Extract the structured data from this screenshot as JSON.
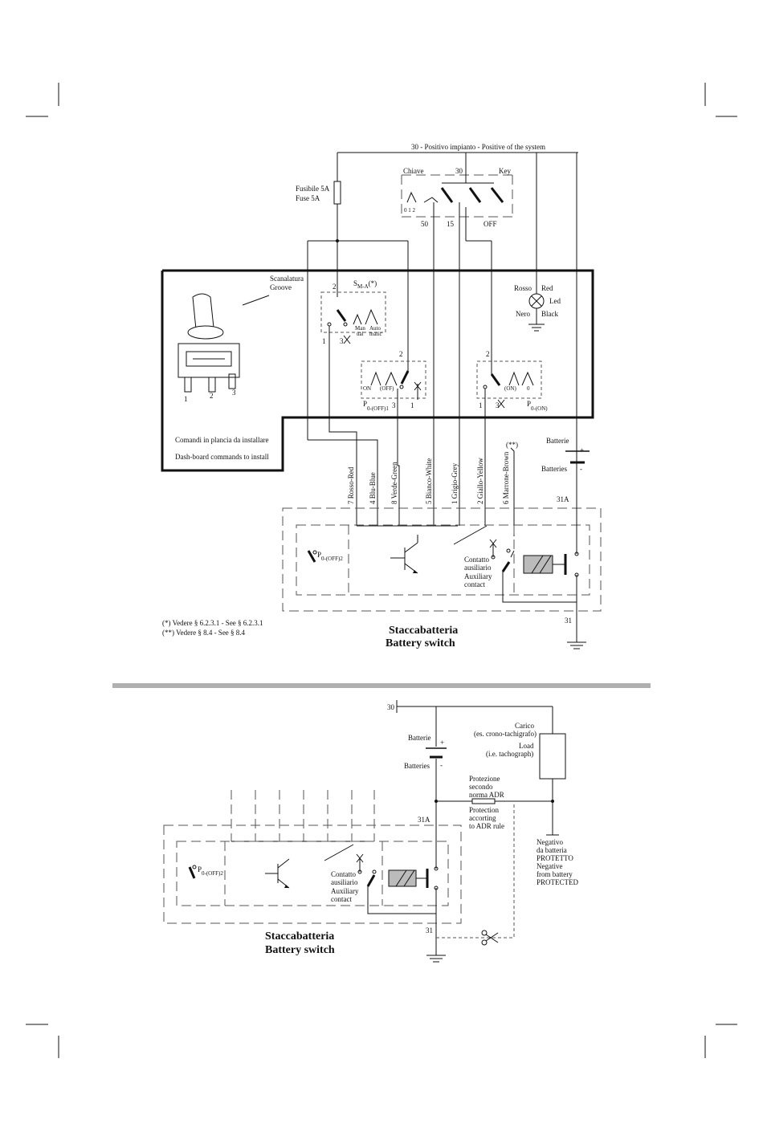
{
  "top": {
    "positive_line": "30 - Positivo impianto - Positive of the system",
    "fuse_it": "Fusibile 5A",
    "fuse_en": "Fuse 5A",
    "key": {
      "chiave": "Chiave",
      "num30": "30",
      "key_en": "Key",
      "pos012": "0  1  2",
      "num50": "50",
      "num15": "15",
      "off": "OFF"
    },
    "groove_it": "Scanalatura",
    "groove_en": "Groove",
    "sma_main": "S",
    "sma_sub": "M-A",
    "sma_star": "(*)",
    "manual": [
      "Man",
      "ual"
    ],
    "automatic": [
      "Auto",
      "matic"
    ],
    "sw_pins": {
      "p2a": "2",
      "p1a": "1",
      "p3a": "3",
      "p2b": "2",
      "p3b": "3",
      "p1b": "1",
      "p2c": "2",
      "p1c": "1",
      "p3c": "3"
    },
    "sw2_labels": {
      "on": "ON",
      "off": "(OFF)",
      "p_main": "P",
      "p_sub": "0-(OFF)1"
    },
    "sw3_labels": {
      "on": "(ON)",
      "zero": "0",
      "p_main": "P",
      "p_sub": "0-(ON)"
    },
    "toggle_pins": [
      "1",
      "2",
      "3"
    ],
    "led": {
      "rosso": "Rosso",
      "red": "Red",
      "led": "Led",
      "nero": "Nero",
      "black": "Black"
    },
    "dash_it": "Comandi in plancia da installare",
    "dash_en": "Dash-board commands to install",
    "batt_it": "Batterie",
    "batt_en": "Batteries",
    "plus": "+",
    "minus": "-",
    "wires": [
      {
        "num": "7",
        "label": "Rosso-Red"
      },
      {
        "num": "4",
        "label": "Blu-Blue"
      },
      {
        "num": "8",
        "label": "Verde-Green"
      },
      {
        "num": "5",
        "label": "Bianco-White"
      },
      {
        "num": "1",
        "label": "Grigio-Grey"
      },
      {
        "num": "2",
        "label": "Giallo-Yellow"
      },
      {
        "num": "6",
        "label": "Marrone-Brown"
      }
    ],
    "star2": "(**)",
    "t31a": "31A",
    "t31": "31",
    "p_off2_main": "P",
    "p_off2_sub": "0-(OFF)2",
    "aux": [
      "Contatto",
      "ausiliario",
      "Auxiliary",
      "contact"
    ],
    "note1": "(*)  Vedere § 6.2.3.1 - See § 6.2.3.1",
    "note2": "(**) Vedere § 8.4 - See § 8.4",
    "title_it": "Staccabatteria",
    "title_en": "Battery switch"
  },
  "bottom": {
    "t30": "30",
    "batt_it": "Batterie",
    "batt_en": "Batteries",
    "plus": "+",
    "minus": "-",
    "load": [
      "Carico",
      "(es. crono-tachigrafo)",
      "Load",
      "(i.e. tachograph)"
    ],
    "prot_it": [
      "Protezione",
      "secondo",
      "norma ADR"
    ],
    "prot_en": [
      "Protection",
      "accorting",
      "to ADR rule"
    ],
    "neg": [
      "Negativo",
      "da batteria",
      "PROTETTO",
      "Negative",
      "from battery",
      "PROTECTED"
    ],
    "t31a": "31A",
    "t31": "31",
    "p_off2_main": "P",
    "p_off2_sub": "0-(OFF)2",
    "aux": [
      "Contatto",
      "ausiliario",
      "Auxiliary",
      "contact"
    ],
    "title_it": "Staccabatteria",
    "title_en": "Battery switch"
  }
}
